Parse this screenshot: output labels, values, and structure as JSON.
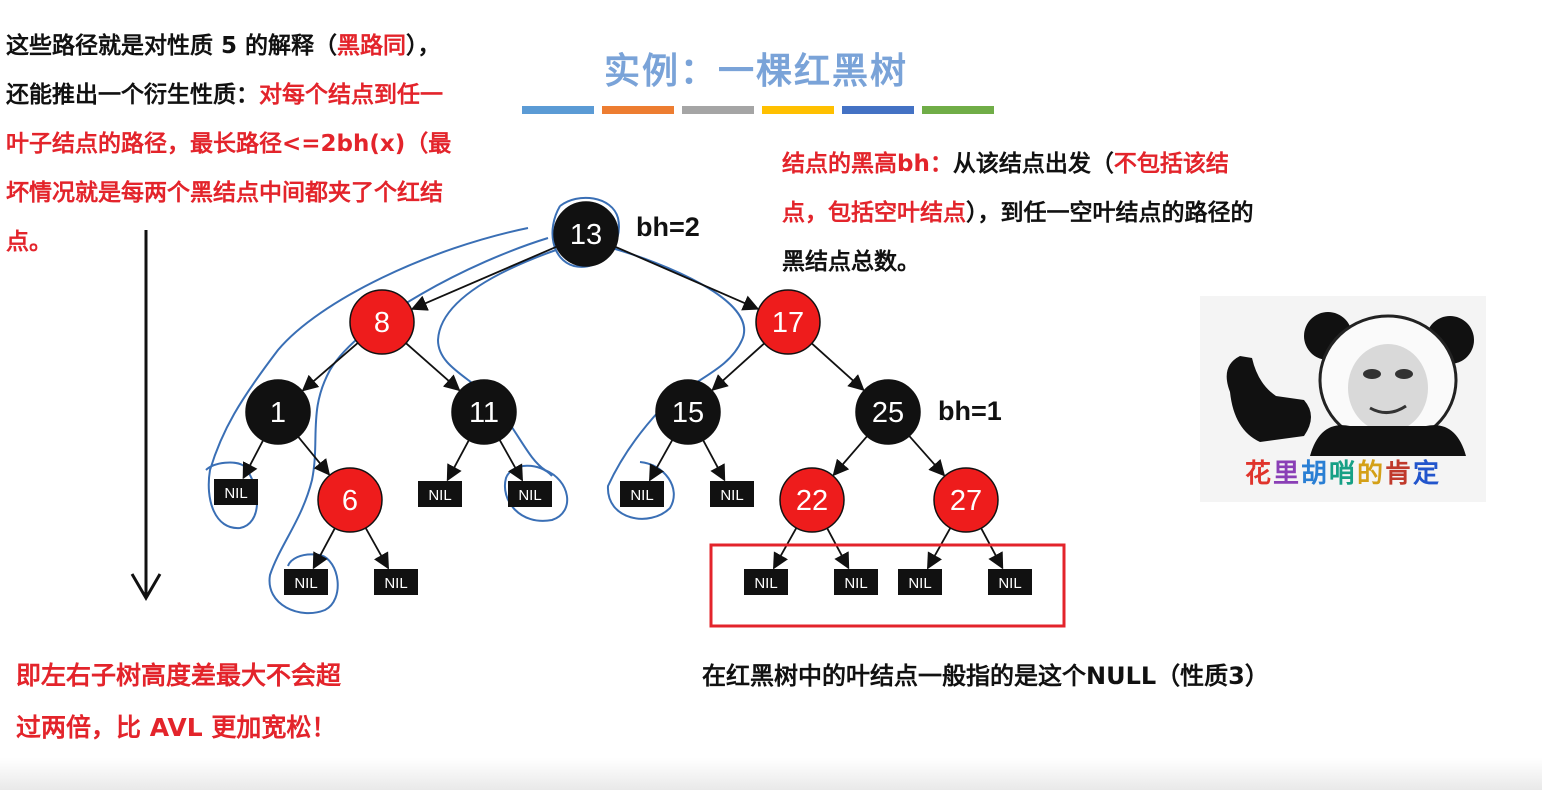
{
  "title": "实例：一棵红黑树",
  "title_bar_colors": [
    "#5b9bd5",
    "#ed7d31",
    "#a5a5a5",
    "#ffc000",
    "#4472c4",
    "#70ad47"
  ],
  "left_note": {
    "line1_black": "这些路径就是对性质 5 的解释（",
    "line1_red": "黑路同",
    "line1_end": "），",
    "line2_black": "还能推出一个衍生性质：",
    "line2_red": "对每个结点到任一",
    "line3_red": "叶子结点的路径，最长路径<=2bh(x)（最",
    "line4_red": "坏情况就是每两个黑结点中间都夹了个红结",
    "line5_red": "点。"
  },
  "bottom_note": {
    "line1": "即左右子树高度差最大不会超",
    "line2": "过两倍，比 AVL 更加宽松！"
  },
  "right_note": {
    "line1_red": "结点的黑高bh：",
    "line1_black": "从该结点出发（",
    "line1_red2": "不包括该结",
    "line2_red": "点，包括空叶结点",
    "line2_black": "），到任一空叶结点的路径的",
    "line3_black": "黑结点总数。"
  },
  "leaf_note": "在红黑树中的叶结点一般指的是这个NULL（性质3）",
  "meme_caption": [
    "花",
    "里",
    "胡",
    "哨",
    "的",
    "肯",
    "定"
  ],
  "meme_caption_colors": [
    "#e0342c",
    "#8a3fb6",
    "#2a7fd4",
    "#16a085",
    "#d4a017",
    "#c0392b",
    "#2255cc"
  ],
  "tree": {
    "nodes": [
      {
        "id": "13",
        "label": "13",
        "color": "black",
        "parent": ""
      },
      {
        "id": "8",
        "label": "8",
        "color": "red",
        "parent": "13"
      },
      {
        "id": "17",
        "label": "17",
        "color": "red",
        "parent": "13"
      },
      {
        "id": "1",
        "label": "1",
        "color": "black",
        "parent": "8"
      },
      {
        "id": "11",
        "label": "11",
        "color": "black",
        "parent": "8"
      },
      {
        "id": "15",
        "label": "15",
        "color": "black",
        "parent": "17"
      },
      {
        "id": "25",
        "label": "25",
        "color": "black",
        "parent": "17"
      },
      {
        "id": "6",
        "label": "6",
        "color": "red",
        "parent": "1"
      },
      {
        "id": "22",
        "label": "22",
        "color": "red",
        "parent": "25"
      },
      {
        "id": "27",
        "label": "27",
        "color": "red",
        "parent": "25"
      }
    ],
    "nil_label": "NIL",
    "bh_root": "bh=2",
    "bh_25": "bh=1",
    "node_colors": {
      "black": "#111111",
      "red": "#ee1c1c"
    }
  }
}
